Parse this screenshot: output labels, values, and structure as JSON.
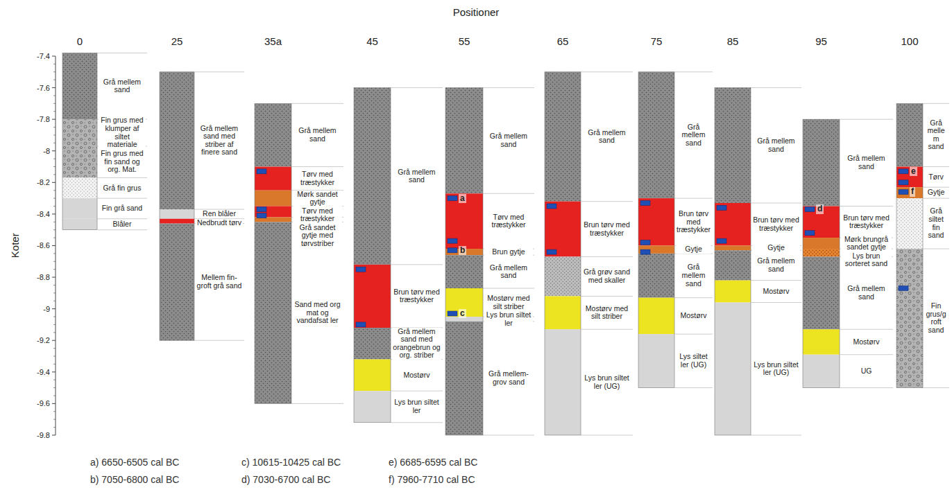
{
  "diagram": {
    "labels": [
      "Positioner",
      "0",
      "25",
      "35a",
      "45",
      "55",
      "65",
      "75",
      "85",
      "95",
      "100",
      "Koter",
      "-7.4",
      "-7.6",
      "-7.8",
      "-8",
      "-8.2",
      "-8.4",
      "-8.6",
      "-8.8",
      "-9",
      "-9.2",
      "-9.4",
      "-9.6",
      "-9.8",
      "Grå mellem sand",
      "Fin grus med klumper af siltet materiale",
      "Fin grus med fin sand og org. Mat.",
      "Grå fin grus",
      "Fin grå sand",
      "Blåler",
      "Grå mellem sand med striber af finere sand",
      "Ren blåler",
      "Nedbrudt tørv",
      "Mellem fin-groft grå sand",
      "Grå mellem sand",
      "Tørv med træstykker",
      "Mørk sandet gytje",
      "Tørv med træstykker",
      "Grå sandet gytje med tørvstriber",
      "Sand med org mat og vandafsat ler",
      "Grå mellem sand",
      "Brun tørv med træstykker",
      "Grå mellem sand med orangebrun og org. striber",
      "Mostørv",
      "Lys brun siltet ler",
      "Grå mellem sand",
      "Tørv med træstykker",
      "Brun gytje",
      "Grå mellem sand",
      "Mostørv med silt striber",
      "Lys brun siltet ler",
      "Grå mellem-grov sand",
      "Grå mellem sand",
      "Brun tørv med træstykker",
      "Grå grøv sand med skaller",
      "Mostørv med silt striber",
      "Lys brun siltet ler (UG)",
      "Grå mellem sand",
      "Brun tørv med træstykker",
      "Gytje",
      "Grå mellem sand",
      "Mostørv",
      "Lys siltet ler (UG)",
      "Grå mellem sand",
      "Brun tørv med træstykker",
      "Gytje",
      "Grå mellem sand",
      "Mostørv",
      "Lys brun siltet ler (UG)",
      "Grå mellem sand",
      "Brun tørv med træstykker",
      "Mørk brungrå sandet gytje",
      "Lys brun sorteret sand",
      "Grå mellem sand",
      "Mostørv",
      "UG",
      "Grå mellem sand",
      "Tørv",
      "Gytje",
      "Grå siltet fin sand",
      "Fin grus/groft sand",
      "a",
      "b",
      "c",
      "d",
      "e",
      "f",
      "a) 6650-6505 cal BC",
      "b) 7050-6800 cal BC",
      "c) 10615-10425 cal BC",
      "d) 7030-6700 cal BC",
      "e) 6685-6595 cal BC",
      "f) 7960-7710 cal BC"
    ]
  }
}
